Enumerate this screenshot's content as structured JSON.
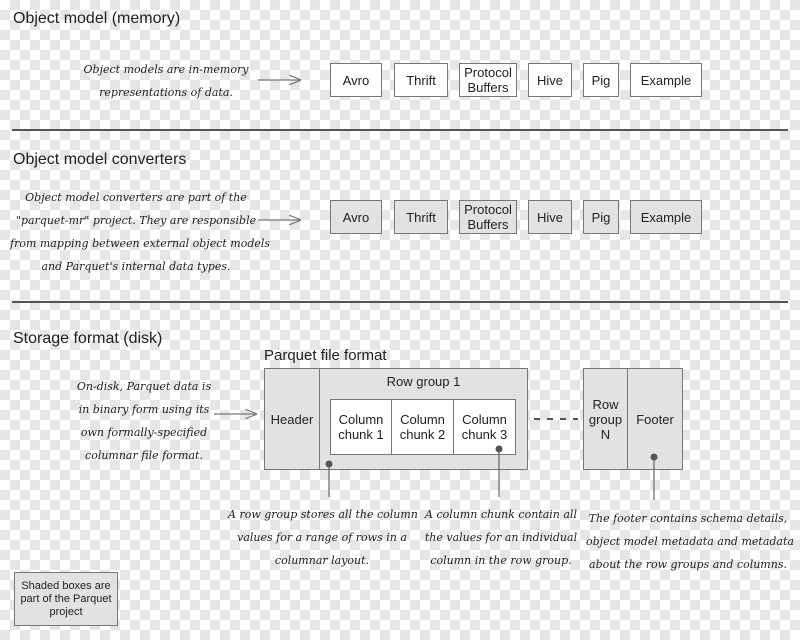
{
  "sections": [
    {
      "title": "Object model (memory)"
    },
    {
      "title": "Object model converters"
    },
    {
      "title": "Storage format (disk)"
    }
  ],
  "notes": {
    "memory": [
      "Object models are in-memory",
      "representations of data."
    ],
    "converters": [
      "Object model converters are part of the",
      "\"parquet-mr\" project. They are responsible",
      "from mapping between external object models",
      "and Parquet's internal data types."
    ],
    "disk": [
      "On-disk, Parquet data is",
      "in binary form using its",
      "own formally-specified",
      "columnar file format."
    ],
    "row_group": [
      "A row group stores all the column",
      "values for a range of rows in a",
      "columnar layout."
    ],
    "column_chunk": [
      "A column chunk contain all",
      "the values for an individual",
      "column in the row group."
    ],
    "footer": [
      "The footer contains schema details,",
      "object model metadata and metadata",
      "about the row groups and columns."
    ]
  },
  "models": [
    "Avro",
    "Thrift",
    "Protocol Buffers",
    "Hive",
    "Pig",
    "Example"
  ],
  "converters": [
    "Avro",
    "Thrift",
    "Protocol Buffers",
    "Hive",
    "Pig",
    "Example"
  ],
  "file_format": {
    "title": "Parquet file format",
    "header": "Header",
    "row_group_1": "Row group 1",
    "chunks": [
      "Column chunk 1",
      "Column chunk 2",
      "Column chunk 3"
    ],
    "row_group_n": "Row group N",
    "footer": "Footer"
  },
  "legend": "Shaded boxes are part of the Parquet project"
}
